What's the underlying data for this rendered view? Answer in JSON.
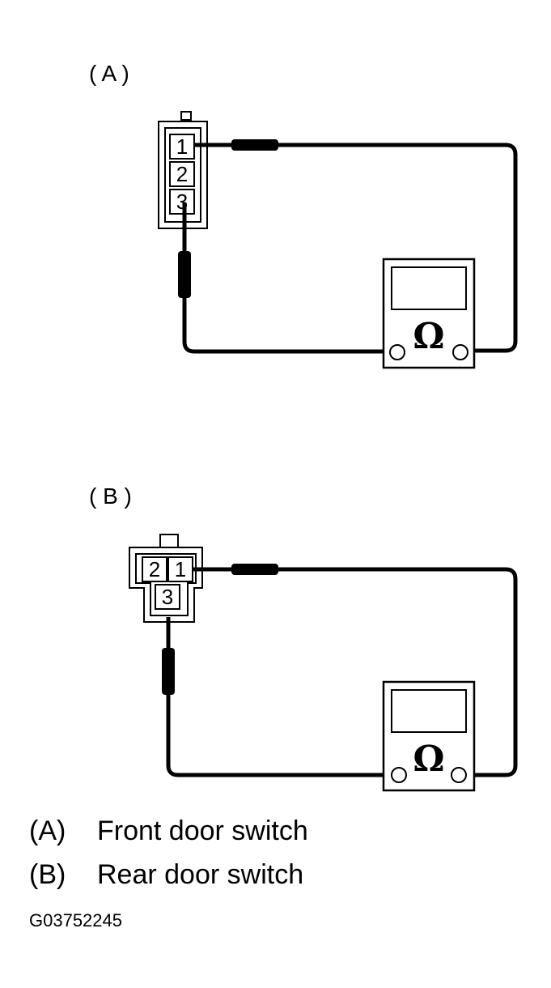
{
  "diagram_a": {
    "label": "( A )",
    "pins": [
      "1",
      "2",
      "3"
    ],
    "meter_symbol": "Ω"
  },
  "diagram_b": {
    "label": "( B )",
    "pins": [
      "2",
      "1",
      "3"
    ],
    "meter_symbol": "Ω"
  },
  "legend": [
    {
      "key": "(A)",
      "text": "Front door switch"
    },
    {
      "key": "(B)",
      "text": "Rear door switch"
    }
  ],
  "figure_id": "G03752245",
  "colors": {
    "ink": "#000000",
    "paper": "#ffffff"
  }
}
